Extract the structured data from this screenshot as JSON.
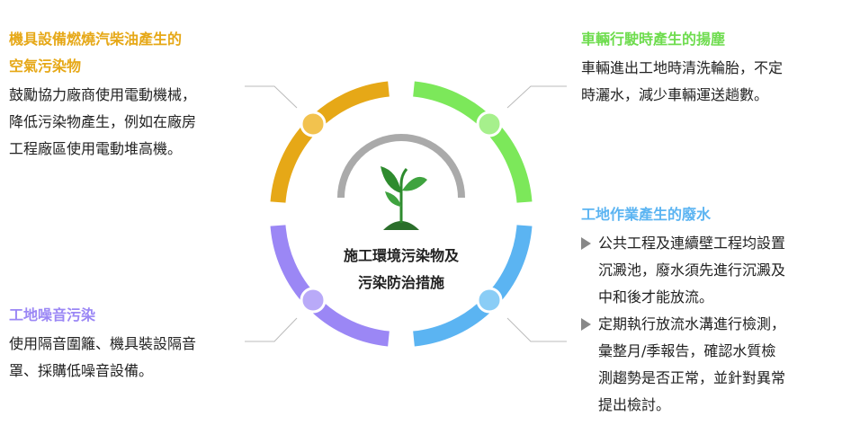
{
  "center": {
    "line1": "施工環境污染物及",
    "line2": "污染防治措施"
  },
  "sections": {
    "air": {
      "title1": "機具設備燃燒汽柴油產生的",
      "title2": "空氣污染物",
      "body": [
        "鼓勵協力廠商使用電動機械，",
        "降低污染物產生，例如在廠房",
        "工程廠區使用電動堆高機。"
      ],
      "color": "#E6A817"
    },
    "dust": {
      "title": "車輛行駛時產生的揚塵",
      "body": [
        "車輛進出工地時清洗輪胎，不定",
        "時灑水，減少車輛運送趟數。"
      ],
      "color": "#6EDC4E"
    },
    "noise": {
      "title": "工地噪音污染",
      "body": [
        "使用隔音圍籬、機具裝設隔音",
        "罩、採購低噪音設備。"
      ],
      "color": "#9B87F5"
    },
    "water": {
      "title": "工地作業產生的廢水",
      "bullets": [
        [
          "公共工程及連續壁工程均設置",
          "沉澱池，廢水須先進行沉澱及",
          "中和後才能放流。"
        ],
        [
          "定期執行放流水溝進行檢測，",
          "彙整月/季報告，確認水質檢",
          "測趨勢是否正常，並針對異常",
          "提出檢討。"
        ]
      ],
      "color": "#5BB4F2"
    }
  }
}
